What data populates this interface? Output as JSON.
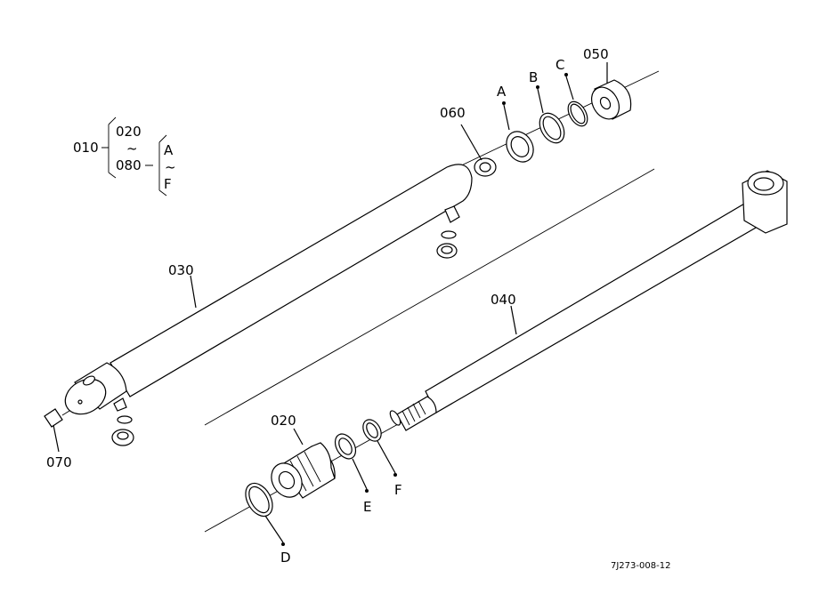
{
  "labels": {
    "assembly": "010",
    "range_start": "020",
    "range_tilde": "~",
    "range_end": "080",
    "letter_start": "A",
    "letter_tilde": "~",
    "letter_end": "F",
    "tube": "030",
    "rod": "040",
    "head": "020",
    "nut": "060",
    "piston": "050",
    "grease_nipple": "070",
    "seal_a": "A",
    "seal_b": "B",
    "seal_c": "C",
    "seal_d": "D",
    "seal_e": "E",
    "seal_f": "F"
  },
  "drawing_code": "7J273-008-12"
}
